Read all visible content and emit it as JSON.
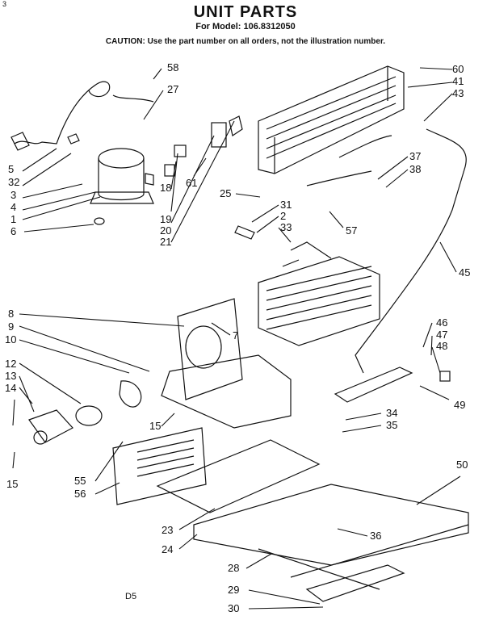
{
  "header": {
    "title": "UNIT PARTS",
    "model": "For Model: 106.8312050",
    "caution": "CAUTION: Use the part number on all orders, not the illustration number."
  },
  "corner_mark": "3",
  "page_code": "D5",
  "callouts": [
    "58",
    "27",
    "5",
    "32",
    "3",
    "4",
    "1",
    "6",
    "61",
    "18",
    "19",
    "20",
    "21",
    "60",
    "41",
    "43",
    "37",
    "38",
    "25",
    "31",
    "2",
    "33",
    "57",
    "45",
    "8",
    "9",
    "7",
    "10",
    "12",
    "13",
    "14",
    "15",
    "34",
    "35",
    "46",
    "47",
    "48",
    "49",
    "55",
    "56",
    "50",
    "23",
    "24",
    "36",
    "28",
    "29",
    "30"
  ]
}
